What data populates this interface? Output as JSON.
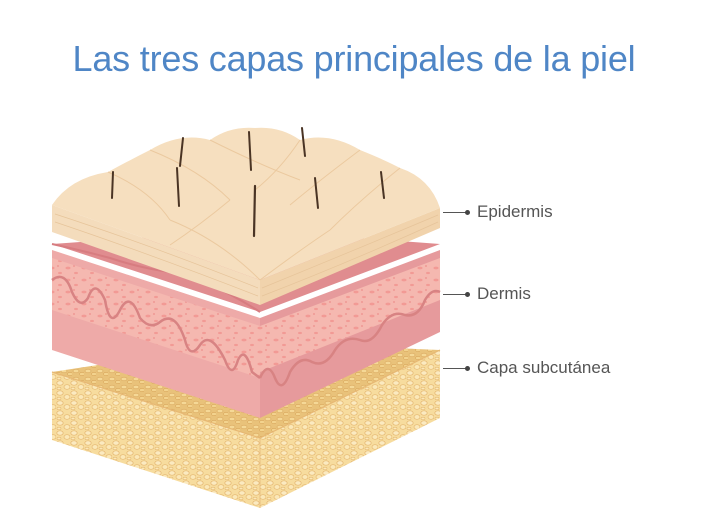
{
  "title": "Las tres capas principales de la piel",
  "colors": {
    "title": "#4f86c6",
    "label_text": "#555555",
    "epidermis": "#f6dcbb",
    "dermis": "#e9a3a3",
    "subcutaneous": "#f0cc8a",
    "hair": "#4a3424"
  },
  "layers": [
    {
      "id": "epidermis",
      "label": "Epidermis"
    },
    {
      "id": "dermis",
      "label": "Dermis"
    },
    {
      "id": "subcutaneous",
      "label": "Capa subcutánea"
    }
  ]
}
